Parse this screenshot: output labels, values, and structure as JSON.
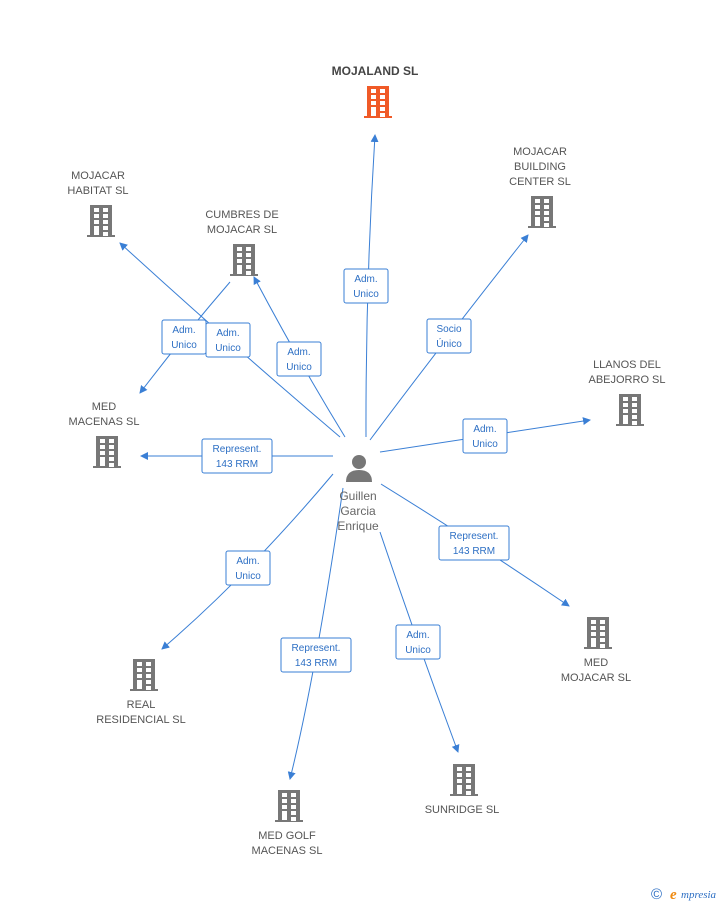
{
  "diagram": {
    "center_person": {
      "lines": [
        "Guillen",
        "Garcia",
        "Enrique"
      ],
      "icon": "person-icon"
    },
    "companies": [
      {
        "id": "mojaland",
        "lines": [
          "MOJALAND SL"
        ],
        "main": true,
        "icon": "building-icon"
      },
      {
        "id": "mojacar-building",
        "lines": [
          "MOJACAR",
          "BUILDING",
          "CENTER  SL"
        ],
        "icon": "building-icon"
      },
      {
        "id": "mojacar-habitat",
        "lines": [
          "MOJACAR",
          "HABITAT SL"
        ],
        "icon": "building-icon"
      },
      {
        "id": "cumbres",
        "lines": [
          "CUMBRES DE",
          "MOJACAR SL"
        ],
        "icon": "building-icon"
      },
      {
        "id": "llanos",
        "lines": [
          "LLANOS DEL",
          "ABEJORRO SL"
        ],
        "icon": "building-icon"
      },
      {
        "id": "med-macenas",
        "lines": [
          "MED",
          "MACENAS SL"
        ],
        "icon": "building-icon"
      },
      {
        "id": "med-mojacar",
        "lines": [
          "MED",
          "MOJACAR SL"
        ],
        "icon": "building-icon"
      },
      {
        "id": "real-residencial",
        "lines": [
          "REAL",
          "RESIDENCIAL SL"
        ],
        "icon": "building-icon"
      },
      {
        "id": "sunridge",
        "lines": [
          "SUNRIDGE SL"
        ],
        "icon": "building-icon"
      },
      {
        "id": "med-golf",
        "lines": [
          "MED GOLF",
          "MACENAS SL"
        ],
        "icon": "building-icon"
      }
    ],
    "relations": [
      {
        "id": "r-mojaland",
        "lines": [
          "Adm.",
          "Unico"
        ]
      },
      {
        "id": "r-building",
        "lines": [
          "Socio",
          "Único"
        ]
      },
      {
        "id": "r-habitat",
        "lines": [
          "Adm.",
          "Unico"
        ]
      },
      {
        "id": "r-cumbres-macenas",
        "lines": [
          "Adm.",
          "Unico"
        ]
      },
      {
        "id": "r-cumbres",
        "lines": [
          "Adm.",
          "Unico"
        ]
      },
      {
        "id": "r-llanos",
        "lines": [
          "Adm.",
          "Unico"
        ]
      },
      {
        "id": "r-macenas",
        "lines": [
          "Represent.",
          "143 RRM"
        ]
      },
      {
        "id": "r-medmojacar",
        "lines": [
          "Represent.",
          "143 RRM"
        ]
      },
      {
        "id": "r-real",
        "lines": [
          "Adm.",
          "Unico"
        ]
      },
      {
        "id": "r-golf",
        "lines": [
          "Represent.",
          "143 RRM"
        ]
      },
      {
        "id": "r-sunridge",
        "lines": [
          "Adm.",
          "Unico"
        ]
      }
    ]
  },
  "watermark": {
    "copyright": "©",
    "brand_initial": "e",
    "brand_rest": "mpresia"
  },
  "colors": {
    "edge": "#3a7fd5",
    "building": "#777777",
    "building_main": "#f05a28",
    "person": "#777777"
  }
}
